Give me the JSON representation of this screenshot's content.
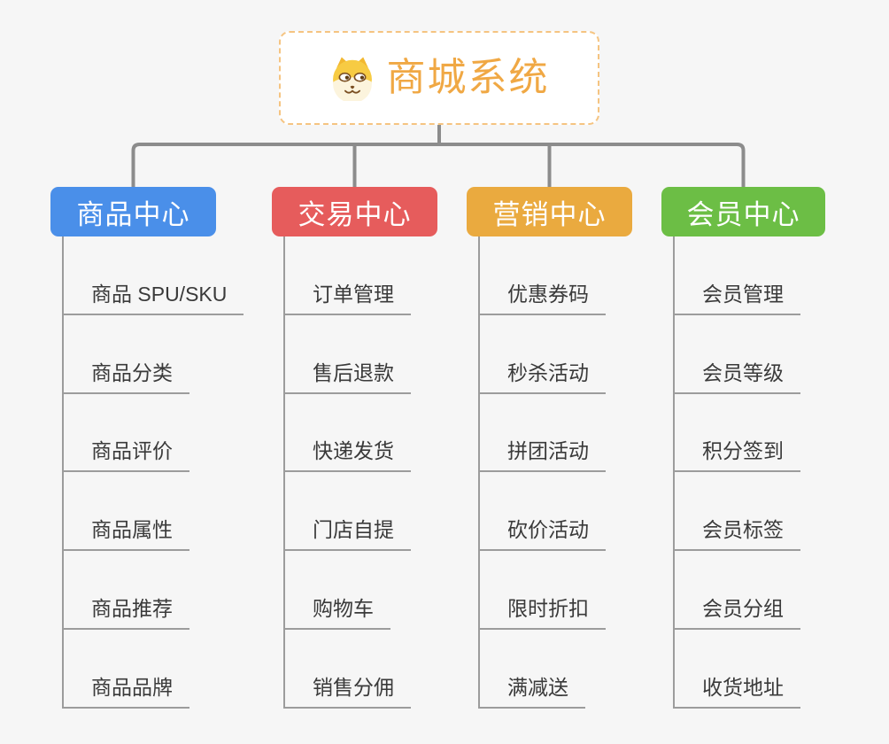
{
  "mindmap": {
    "root": {
      "title": "商城系统",
      "icon": "dog-face-icon",
      "title_color": "#f0a844",
      "border_color": "#f5c481",
      "background": "#ffffff"
    },
    "branches": [
      {
        "label": "商品中心",
        "color": "#4a8fe9",
        "children": [
          "商品 SPU/SKU",
          "商品分类",
          "商品评价",
          "商品属性",
          "商品推荐",
          "商品品牌"
        ]
      },
      {
        "label": "交易中心",
        "color": "#e65c5c",
        "children": [
          "订单管理",
          "售后退款",
          "快递发货",
          "门店自提",
          "购物车",
          "销售分佣"
        ]
      },
      {
        "label": "营销中心",
        "color": "#eaaa3f",
        "children": [
          "优惠券码",
          "秒杀活动",
          "拼团活动",
          "砍价活动",
          "限时折扣",
          "满减送"
        ]
      },
      {
        "label": "会员中心",
        "color": "#6cbe45",
        "children": [
          "会员管理",
          "会员等级",
          "积分签到",
          "会员标签",
          "会员分组",
          "收货地址"
        ]
      }
    ],
    "connector_color": "#8c8c8c",
    "leaf_line_color": "#9c9c9c",
    "page_background": "#f6f6f6"
  }
}
